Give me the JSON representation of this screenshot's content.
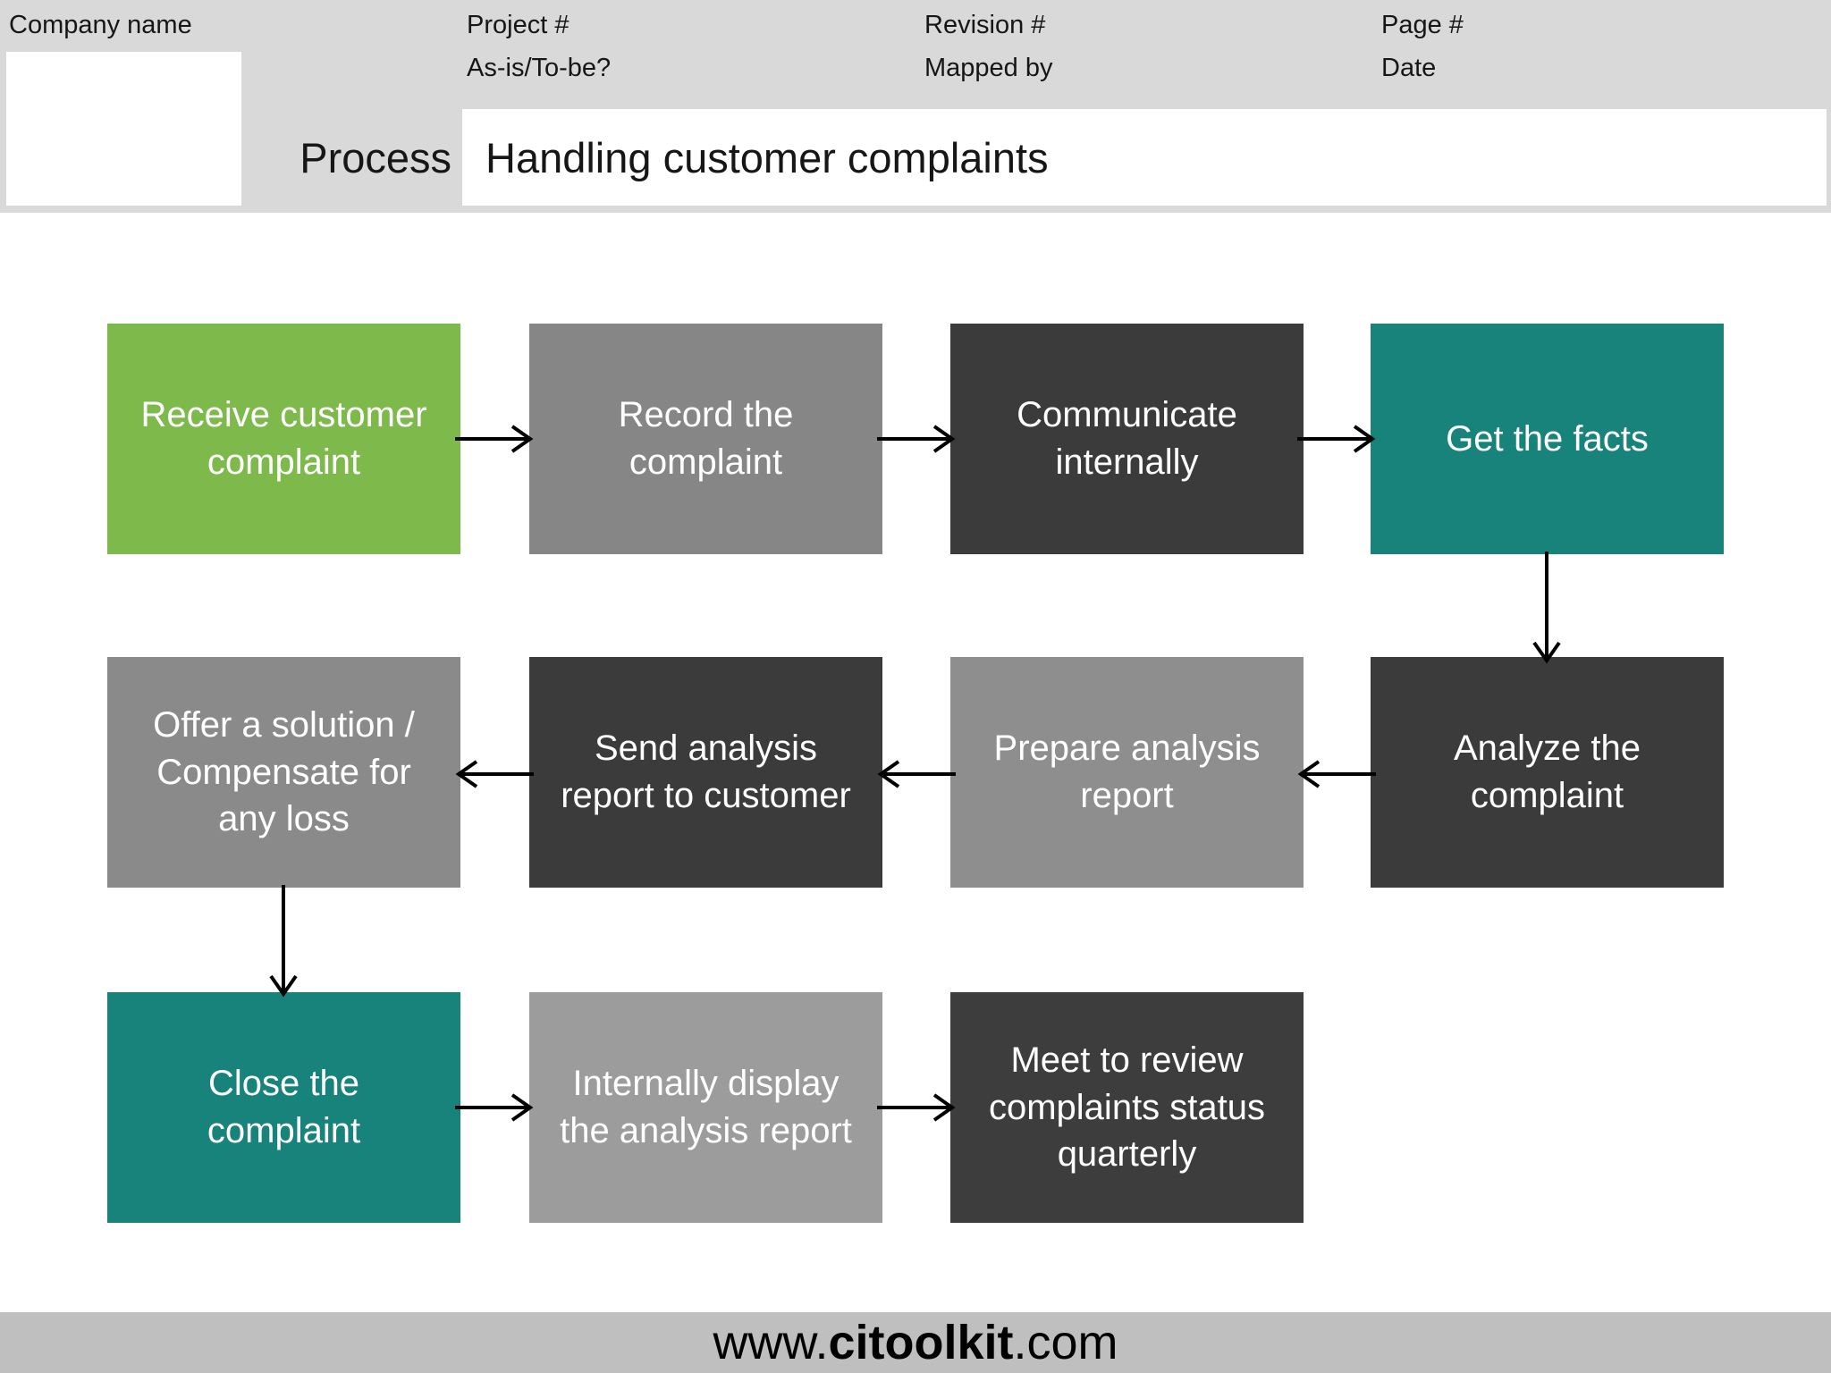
{
  "header": {
    "company_label": "Company name",
    "process_label": "Process",
    "process_value": "Handling customer complaints",
    "field_labels": {
      "project": "Project #",
      "revision": "Revision #",
      "page": "Page #",
      "as_is_to_be": "As-is/To-be?",
      "mapped_by": "Mapped by",
      "date": "Date"
    }
  },
  "colors": {
    "header_band": "#d9d9d9",
    "footer_band": "#bfbfbf",
    "arrow": "#000000",
    "node_text": "#ffffff",
    "green": "#7db94b",
    "teal": "#17837b",
    "dark_gray": "#3b3b3b",
    "mid_gray": "#868686",
    "light_gray": "#9c9c9c"
  },
  "flowchart": {
    "boxes": [
      {
        "id": "receive",
        "label": "Receive customer\ncomplaint",
        "color": "#7db94b"
      },
      {
        "id": "record",
        "label": "Record the\ncomplaint",
        "color": "#868686"
      },
      {
        "id": "communicate",
        "label": "Communicate\ninternally",
        "color": "#3b3b3b"
      },
      {
        "id": "getfacts",
        "label": "Get the facts",
        "color": "#17837b"
      },
      {
        "id": "offer",
        "label": "Offer a solution /\nCompensate for\nany loss",
        "color": "#8a8a8a"
      },
      {
        "id": "send",
        "label": "Send analysis\nreport to customer",
        "color": "#3b3b3b"
      },
      {
        "id": "prepare",
        "label": "Prepare analysis\nreport",
        "color": "#8e8e8e"
      },
      {
        "id": "analyze",
        "label": "Analyze the\ncomplaint",
        "color": "#3b3b3b"
      },
      {
        "id": "close",
        "label": "Close the\ncomplaint",
        "color": "#17837b"
      },
      {
        "id": "display",
        "label": "Internally display\nthe analysis report",
        "color": "#9c9c9c"
      },
      {
        "id": "meet",
        "label": "Meet to review\ncomplaints status\nquarterly",
        "color": "#3d3d3d"
      }
    ],
    "connections": [
      {
        "from": "Receive customer complaint",
        "to": "Record the complaint"
      },
      {
        "from": "Record the complaint",
        "to": "Communicate internally"
      },
      {
        "from": "Communicate internally",
        "to": "Get the facts"
      },
      {
        "from": "Get the facts",
        "to": "Analyze the complaint"
      },
      {
        "from": "Analyze the complaint",
        "to": "Prepare analysis report"
      },
      {
        "from": "Prepare analysis report",
        "to": "Send analysis report to customer"
      },
      {
        "from": "Send analysis report to customer",
        "to": "Offer a solution / Compensate for any loss"
      },
      {
        "from": "Offer a solution / Compensate for any loss",
        "to": "Close the complaint"
      },
      {
        "from": "Close the complaint",
        "to": "Internally display the analysis report"
      },
      {
        "from": "Internally display the analysis report",
        "to": "Meet to review complaints status quarterly"
      }
    ]
  },
  "footer": {
    "prefix": "www.",
    "brand": "citoolkit",
    "suffix": ".com"
  }
}
